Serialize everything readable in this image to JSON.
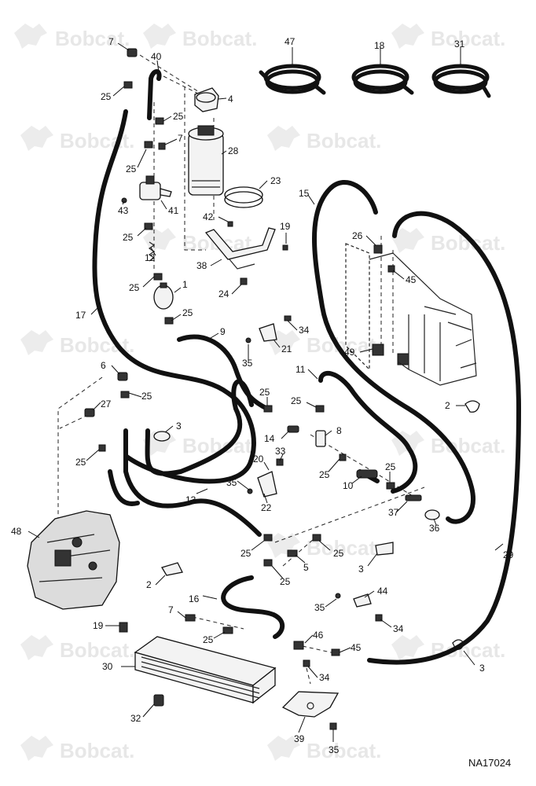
{
  "watermark": {
    "brand": "Bobcat."
  },
  "figure_id": "NA17024",
  "callouts": {
    "c7a": "7",
    "c40": "40",
    "c4": "4",
    "c25a": "25",
    "c25b": "25",
    "c7b": "7",
    "c25c": "25",
    "c28": "28",
    "c23": "23",
    "c43": "43",
    "c41": "41",
    "c42": "42",
    "c19a": "19",
    "c25d": "25",
    "c12": "12",
    "c38": "38",
    "c25e": "25",
    "c1": "1",
    "c24": "24",
    "c25f": "25",
    "c17": "17",
    "c9": "9",
    "c34a": "34",
    "c21": "21",
    "c35a": "35",
    "c47": "47",
    "c18": "18",
    "c31": "31",
    "c15": "15",
    "c26": "26",
    "c45a": "45",
    "c49": "49",
    "c11": "11",
    "c2a": "2",
    "c6": "6",
    "c25g": "25",
    "c27": "27",
    "c25h": "25",
    "c25i": "25",
    "c14": "14",
    "c8": "8",
    "c3a": "3",
    "c25j": "25",
    "c33": "33",
    "c20": "20",
    "c25k": "25",
    "c10": "10",
    "c25l": "25",
    "c35b": "35",
    "c22": "22",
    "c13": "13",
    "c37": "37",
    "c36": "36",
    "c48": "48",
    "c25m": "25",
    "c5": "5",
    "c25n": "25",
    "c3b": "3",
    "c29": "29",
    "c2b": "2",
    "c25o": "25",
    "c16": "16",
    "c44": "44",
    "c35c": "35",
    "c7c": "7",
    "c34b": "34",
    "c19b": "19",
    "c25p": "25",
    "c46": "46",
    "c45b": "45",
    "c3c": "3",
    "c30": "30",
    "c34c": "34",
    "c32": "32",
    "c39": "39",
    "c35d": "35"
  }
}
